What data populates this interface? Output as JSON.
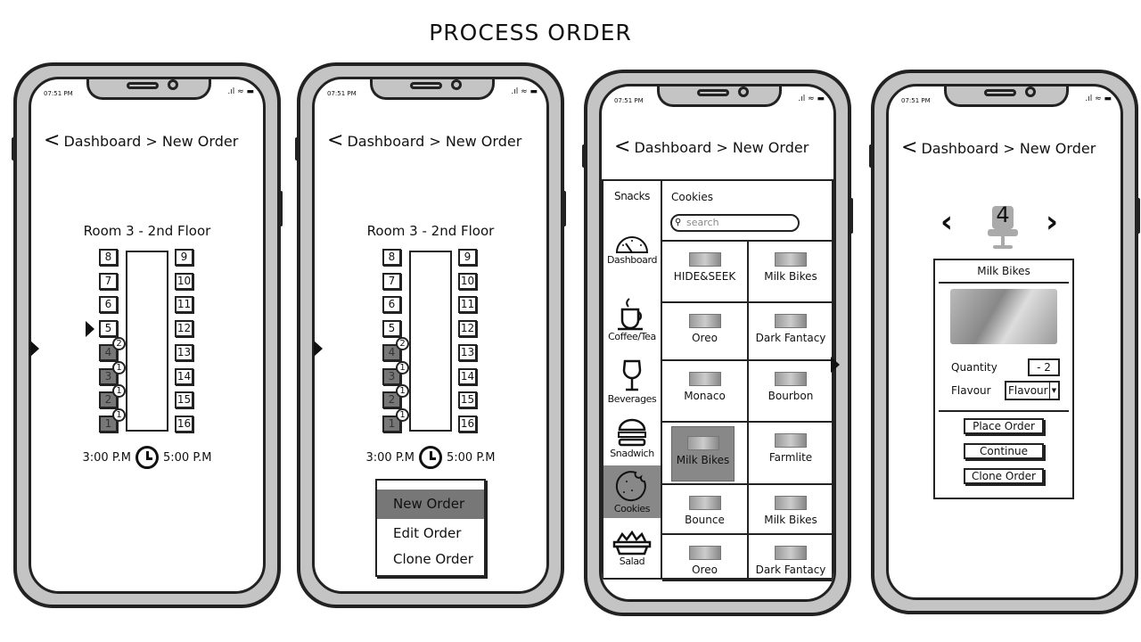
{
  "title": "PROCESS ORDER",
  "status_time": "07:51 PM",
  "status_icons": ".ıl ≈ ▬",
  "breadcrumb": {
    "back": "<",
    "text": "Dashboard > New Order"
  },
  "room": {
    "name": "Room 3 - 2nd Floor",
    "start": "3:00 P.M",
    "end": "5:00 P.M",
    "left_seats": [
      {
        "n": "8"
      },
      {
        "n": "7"
      },
      {
        "n": "6"
      },
      {
        "n": "5",
        "selected": true
      },
      {
        "n": "4",
        "busy": true,
        "badge": "2"
      },
      {
        "n": "3",
        "busy": true,
        "badge": "1"
      },
      {
        "n": "2",
        "busy": true,
        "badge": "1"
      },
      {
        "n": "1",
        "busy": true,
        "badge": "1"
      }
    ],
    "right_seats": [
      "9",
      "10",
      "11",
      "12",
      "13",
      "14",
      "15",
      "16"
    ]
  },
  "context_menu": [
    "New Order",
    "Edit Order",
    "Clone Order"
  ],
  "menu_screen": {
    "sidebar_title": "Snacks",
    "categories": [
      "Dashboard",
      "Coffee/Tea",
      "Beverages",
      "Snadwich",
      "Cookies",
      "Salad"
    ],
    "selected_category": "Cookies",
    "section": "Cookies",
    "search_placeholder": "search",
    "products": [
      "HIDE&SEEK",
      "Milk Bikes",
      "Oreo",
      "Dark Fantacy",
      "Monaco",
      "Bourbon",
      "Milk Bikes",
      "Farmlite",
      "Bounce",
      "Milk Bikes",
      "Oreo",
      "Dark Fantacy"
    ],
    "selected_product_index": 6
  },
  "order": {
    "seat": "4",
    "product": "Milk Bikes",
    "quantity_label": "Quantity",
    "quantity": "- 2",
    "flavour_label": "Flavour",
    "flavour_value": "Flavour",
    "buttons": [
      "Place Order",
      "Continue",
      "Clone Order"
    ]
  }
}
